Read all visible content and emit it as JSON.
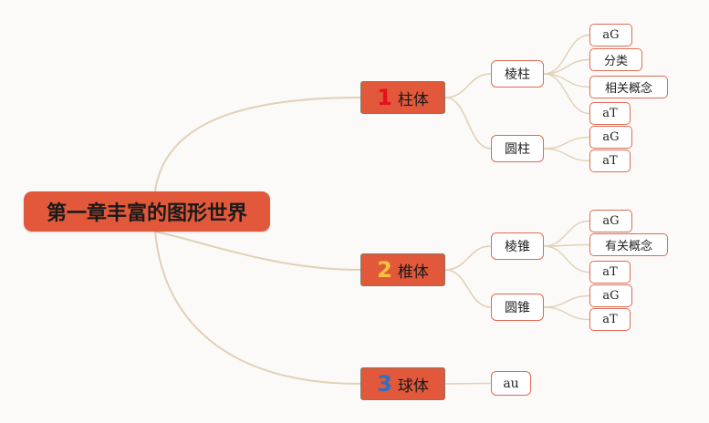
{
  "root": {
    "label": "第一章丰富的图形世界"
  },
  "branches": [
    {
      "number": "1",
      "number_color": "#e8101c",
      "label": "柱体",
      "children": [
        {
          "label": "棱柱",
          "leaves": [
            "aG",
            "分类",
            "相关概念",
            "aT"
          ]
        },
        {
          "label": "圆柱",
          "leaves": [
            "aG",
            "aT"
          ]
        }
      ]
    },
    {
      "number": "2",
      "number_color": "#f5c33b",
      "label": "椎体",
      "children": [
        {
          "label": "棱锥",
          "leaves": [
            "aG",
            "有关概念",
            "aT"
          ]
        },
        {
          "label": "圆锥",
          "leaves": [
            "aG",
            "aT"
          ]
        }
      ]
    },
    {
      "number": "3",
      "number_color": "#2f6fc4",
      "label": "球体",
      "children": [
        {
          "label": "au",
          "leaves": []
        }
      ]
    }
  ],
  "colors": {
    "link": "#e1d1b6",
    "node_fill": "#e2583a",
    "child_border": "#e06a55"
  }
}
